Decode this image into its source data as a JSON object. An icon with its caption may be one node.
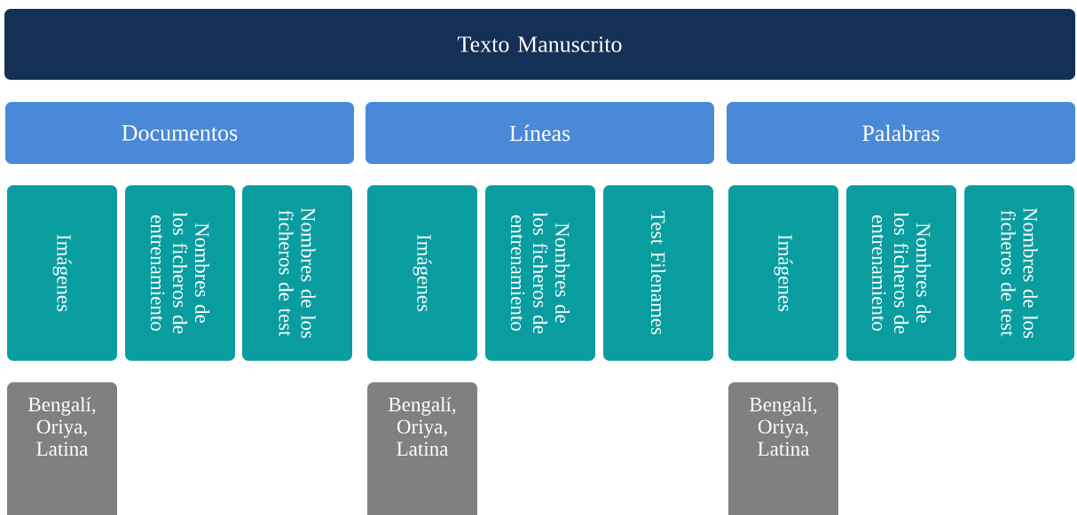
{
  "diagram": {
    "nodes": [
      {
        "text": [
          "Texto Manuscrito"
        ]
      },
      {
        "text": [
          "Documentos"
        ]
      },
      {
        "text": [
          "Líneas"
        ]
      },
      {
        "text": [
          "Palabras"
        ]
      },
      {
        "text": [
          "Imágenes"
        ]
      },
      {
        "text": [
          "Nombres de los ficheros de entrenamiento"
        ]
      },
      {
        "text": [
          "Nombres de los ficheros de test"
        ]
      },
      {
        "text": [
          "Imágenes"
        ]
      },
      {
        "text": [
          "Nombres de los ficheros de entrenamiento"
        ]
      },
      {
        "text": [
          "Test Filenames"
        ]
      },
      {
        "text": [
          "Imágenes"
        ]
      },
      {
        "text": [
          "Nombres de los ficheros de entrenamiento"
        ]
      },
      {
        "text": [
          "Nombres de los ficheros de test"
        ]
      },
      {
        "text": [
          "Bengalí, Oriya, Latina"
        ]
      },
      {
        "text": [
          "Bengalí, Oriya, Latina"
        ]
      },
      {
        "text": [
          "Bengalí, Oriya, Latina"
        ]
      }
    ]
  }
}
